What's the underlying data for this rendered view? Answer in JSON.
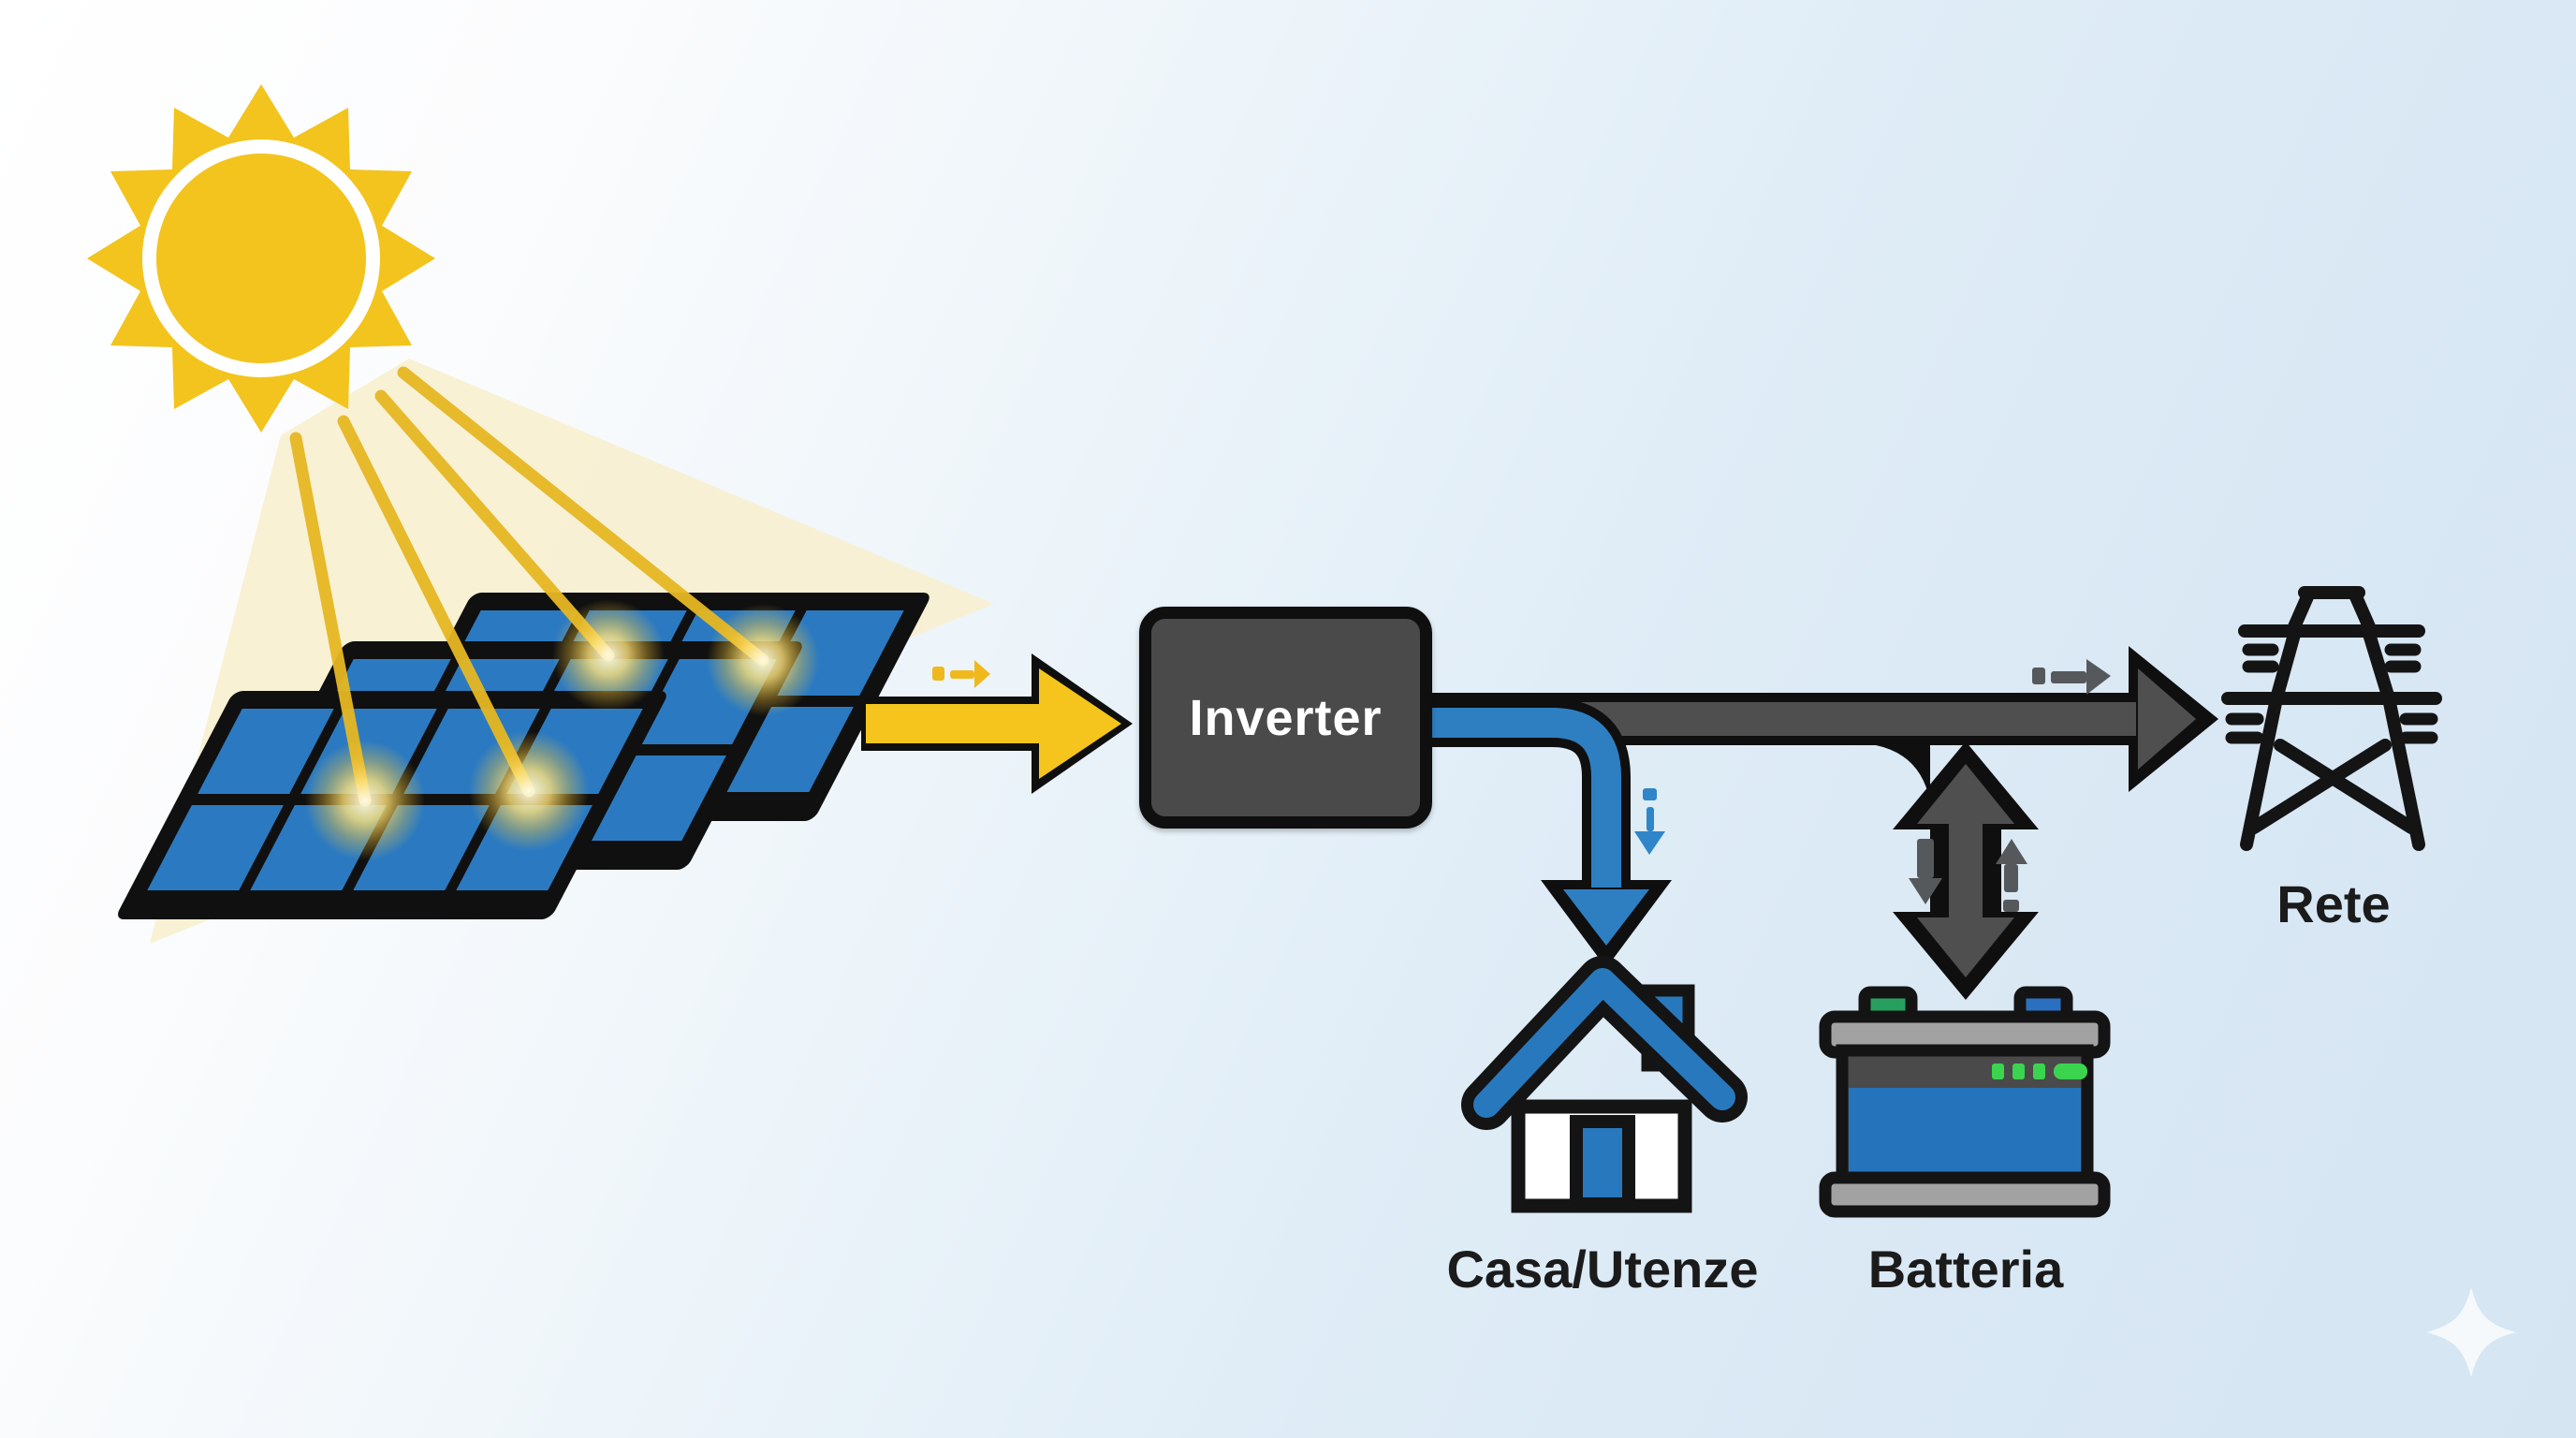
{
  "labels": {
    "inverter": "Inverter",
    "house": "Casa/Utenze",
    "battery": "Batteria",
    "grid": "Rete"
  },
  "colors": {
    "sun_yellow": "#f3c41d",
    "light_cone": "#f8efcd",
    "beam_yellow": "#e6b822",
    "panel_blue": "#2b7ac1",
    "panel_frame": "#101010",
    "pv_arrow_yellow": "#f5c51d",
    "house_flow_blue": "#2e7fc2",
    "grid_flow_dark": "#4f4f4f",
    "outline_black": "#0f0f0f",
    "inverter_fill": "#4a4a4a",
    "battery_body_blue": "#2573bb",
    "battery_band_dark": "#4a4a4a",
    "battery_cap_gray": "#a2a2a2",
    "battery_light_green": "#3bd44f",
    "terminal_green": "#27a05f",
    "terminal_blue": "#2b6fc0",
    "label_color": "#1b1b1b",
    "mini_arrow_gray": "#56595c",
    "background_top_left": "#ffffff",
    "background_bottom_right": "#d5e5f2"
  },
  "icons": {
    "sun-icon": "twelve point sun burst",
    "sun-cone": "pale sunlight cone",
    "sun-beam": "yellow sun ray beam",
    "solar-panels-icon": "three tilted photovoltaic panels",
    "house-icon": "house with chimney",
    "battery-icon": "storage battery with charge lights",
    "grid-tower-icon": "transmission pylon",
    "sparkle-icon": "four point sparkle watermark",
    "mini-arrow": "small dashed direction arrow"
  },
  "flows": [
    {
      "id": "panels-to-inverter",
      "from": "solar-panels",
      "to": "inverter",
      "color": "#f5c51d",
      "direction": "right"
    },
    {
      "id": "inverter-to-house",
      "from": "inverter",
      "to": "house",
      "color": "#2e7fc2",
      "direction": "down"
    },
    {
      "id": "inverter-to-grid",
      "from": "inverter",
      "to": "grid",
      "color": "#4f4f4f",
      "direction": "right"
    },
    {
      "id": "inverter-battery",
      "from": "inverter",
      "to": "battery",
      "color": "#4f4f4f",
      "direction": "both"
    }
  ]
}
